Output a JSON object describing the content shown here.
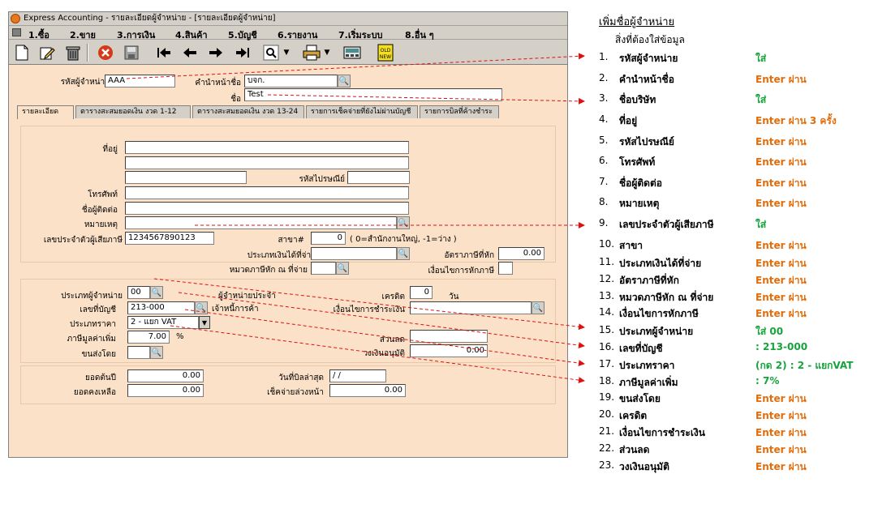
{
  "window": {
    "title": "Express Accounting - รายละเอียดผู้จำหน่าย - [รายละเอียดผู้จำหน่าย]",
    "menu": [
      "1.ซื้อ",
      "2.ขาย",
      "3.การเงิน",
      "4.สินค้า",
      "5.บัญชี",
      "6.รายงาน",
      "7.เริ่มระบบ",
      "8.อื่น ๆ"
    ]
  },
  "toolbar": {
    "icons": [
      "new-icon",
      "edit-icon",
      "delete-icon",
      "cancel-icon",
      "save-icon",
      "first-icon",
      "prev-icon",
      "next-icon",
      "last-icon",
      "search-icon",
      "print-icon",
      "calculator-icon",
      "old-new-icon"
    ]
  },
  "header": {
    "code_label": "รหัสผู้จำหน่าย",
    "code_value": "AAA",
    "prefix_label": "คำนำหน้าชื่อ",
    "prefix_value": "บจก.",
    "name_label": "ชื่อ",
    "name_value": "Test"
  },
  "tabs": [
    "รายละเอียด",
    "ตารางสะสมยอดเงิน งวด 1-12",
    "ตารางสะสมยอดเงิน งวด 13-24",
    "รายการเช็คจ่ายที่ยังไม่ผ่านบัญชี",
    "รายการบิลที่ค้างชำระ"
  ],
  "details": {
    "address_label": "ที่อยู่",
    "zip_label": "รหัสไปรษณีย์",
    "phone_label": "โทรศัพท์",
    "contact_label": "ชื่อผู้ติดต่อ",
    "remark_label": "หมายเหตุ",
    "taxid_label": "เลขประจำตัวผู้เสียภาษี",
    "taxid_value": "1234567890123",
    "branch_label": "สาขา#",
    "branch_value": "0",
    "branch_note": "( 0=สำนักงานใหญ่, -1=ว่าง )",
    "income_type_label": "ประเภทเงินได้ที่จ่าย",
    "wht_rate_label": "อัตราภาษีที่หัก",
    "wht_rate_value": "0.00",
    "wht_category_label": "หมวดภาษีหัก ณ ที่จ่าย",
    "wht_condition_label": "เงื่อนไขการหักภาษี"
  },
  "terms": {
    "vendor_type_label": "ประเภทผู้จำหน่าย",
    "vendor_type_value": "00",
    "regular_vendor_label": "ผู้จำหน่ายประจำ",
    "credit_label": "เครดิต",
    "credit_value": "0",
    "credit_unit": "วัน",
    "account_label": "เลขที่บัญชี",
    "account_value": "213-000",
    "account_name": "เจ้าหนี้การค้า",
    "payment_cond_label": "เงื่อนไขการชำระเงิน",
    "price_type_label": "ประเภทราคา",
    "price_type_value": "2 - แยก VAT",
    "vat_label": "ภาษีมูลค่าเพิ่ม",
    "vat_value": "7.00",
    "vat_unit": "%",
    "discount_label": "ส่วนลด",
    "shipper_label": "ขนส่งโดย",
    "credit_limit_label": "วงเงินอนุมัติ",
    "credit_limit_value": "0.00"
  },
  "balances": {
    "opening_label": "ยอดต้นปี",
    "opening_value": "0.00",
    "last_bill_label": "วันที่บิลล่าสุด",
    "last_bill_value": "/ /",
    "remaining_label": "ยอดคงเหลือ",
    "remaining_value": "0.00",
    "advance_label": "เช็คจ่ายล่วงหน้า",
    "advance_value": "0.00"
  },
  "notes": {
    "heading": "เพิ่มชื่อผู้จำหน่าย",
    "subheading": "สิ่งที่ต้องใส่ข้อมูล",
    "colors": {
      "required": "#17a33c",
      "skip": "#e46c0a"
    },
    "items": [
      {
        "num": "1.",
        "field": "รหัสผู้จำหน่าย",
        "value": "ใส่",
        "kind": "required"
      },
      {
        "num": "2.",
        "field": "คำนำหน้าชื่อ",
        "value": "Enter ผ่าน",
        "kind": "skip"
      },
      {
        "num": "3.",
        "field": "ชื่อบริษัท",
        "value": "ใส่",
        "kind": "required"
      },
      {
        "num": "4.",
        "field": "ที่อยู่",
        "value": "Enter ผ่าน 3 ครั้ง",
        "kind": "skip"
      },
      {
        "num": "5.",
        "field": "รหัสไปรษณีย์",
        "value": "Enter ผ่าน",
        "kind": "skip"
      },
      {
        "num": "6.",
        "field": "โทรศัพท์",
        "value": "Enter ผ่าน",
        "kind": "skip"
      },
      {
        "num": "7.",
        "field": "ชื่อผู้ติดต่อ",
        "value": "Enter ผ่าน",
        "kind": "skip"
      },
      {
        "num": "8.",
        "field": "หมายเหตุ",
        "value": "Enter ผ่าน",
        "kind": "skip"
      },
      {
        "num": "9.",
        "field": "เลขประจำตัวผู้เสียภาษี",
        "value": "ใส่",
        "kind": "required"
      },
      {
        "num": "10.",
        "field": "สาขา",
        "value": "Enter ผ่าน",
        "kind": "skip"
      },
      {
        "num": "11.",
        "field": "ประเภทเงินได้ที่จ่าย",
        "value": "Enter ผ่าน",
        "kind": "skip"
      },
      {
        "num": "12.",
        "field": "อัตราภาษีที่หัก",
        "value": "Enter ผ่าน",
        "kind": "skip"
      },
      {
        "num": "13.",
        "field": "หมวดภาษีหัก ณ ที่จ่าย",
        "value": "Enter ผ่าน",
        "kind": "skip"
      },
      {
        "num": "14.",
        "field": "เงื่อนไขการหักภาษี",
        "value": "Enter ผ่าน",
        "kind": "skip"
      },
      {
        "num": "15.",
        "field": "ประเภทผู้จำหน่าย",
        "value": "ใส่ 00",
        "kind": "required"
      },
      {
        "num": "16.",
        "field": "เลขที่บัญชี",
        "value": ": 213-000",
        "kind": "required"
      },
      {
        "num": "17.",
        "field": "ประเภทราคา",
        "value": "(กด 2) : 2 - แยกVAT",
        "kind": "required"
      },
      {
        "num": "18.",
        "field": "ภาษีมูลค่าเพิ่ม",
        "value": ": 7%",
        "kind": "required"
      },
      {
        "num": "19.",
        "field": "ขนส่งโดย",
        "value": "Enter ผ่าน",
        "kind": "skip"
      },
      {
        "num": "20.",
        "field": "เครดิต",
        "value": "Enter ผ่าน",
        "kind": "skip"
      },
      {
        "num": "21.",
        "field": "เงื่อนไขการชำระเงิน",
        "value": "Enter ผ่าน",
        "kind": "skip"
      },
      {
        "num": "22.",
        "field": "ส่วนลด",
        "value": "Enter ผ่าน",
        "kind": "skip"
      },
      {
        "num": "23.",
        "field": "วงเงินอนุมัติ",
        "value": "Enter ผ่าน",
        "kind": "skip"
      }
    ]
  }
}
